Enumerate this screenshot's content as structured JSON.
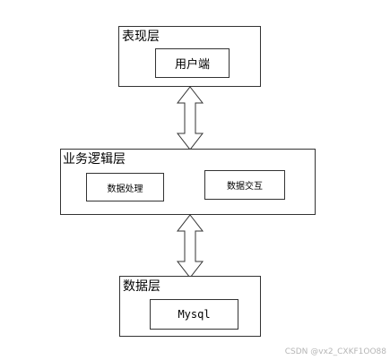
{
  "layers": {
    "presentation": {
      "label": "表现层",
      "client": "用户端"
    },
    "business": {
      "label": "业务逻辑层",
      "data_processing": "数据处理",
      "data_interaction": "数据交互"
    },
    "data": {
      "label": "数据层",
      "database": "Mysql"
    }
  },
  "watermark": "CSDN @vx2_CXKF1OO88",
  "colors": {
    "border": "#333333",
    "watermark": "#b5b5b5"
  }
}
